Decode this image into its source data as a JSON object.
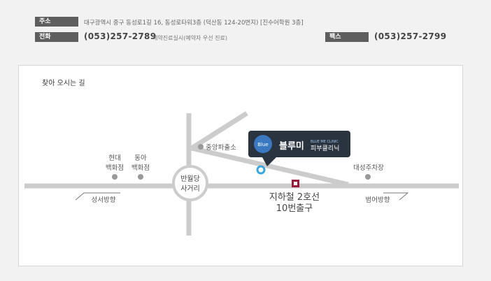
{
  "info": {
    "address_label": "주소",
    "address": "대구광역시 중구 동성로1길 16, 동성로타워3층 (덕산동 124-20번지) [진수어학원 3층]",
    "phone_label": "전화",
    "phone": "(053)257-2789",
    "phone_note": "예약진료실시(예약자 우선 진료)",
    "fax_label": "팩스",
    "fax": "(053)257-2799"
  },
  "map": {
    "title": "찾아 오시는 길",
    "labels": {
      "hyundai": [
        "현대",
        "백화점"
      ],
      "donga": [
        "동아",
        "백화점"
      ],
      "junction": [
        "반월당",
        "사거리"
      ],
      "police": "중앙파출소",
      "parking": "대성주차장",
      "subway": [
        "지하철 2호선",
        "10번출구"
      ],
      "left_dir": "성서방향",
      "right_dir": "범어방향"
    },
    "clinic": {
      "logo": "Blue",
      "name": "블루미",
      "en": "BLUE ME CLINIC",
      "sub": "피부클리닉"
    },
    "colors": {
      "road": "#cccccc",
      "marker": "#3aa6dd",
      "subway": "#9b1b3a",
      "bubble": "#2a3440"
    }
  }
}
